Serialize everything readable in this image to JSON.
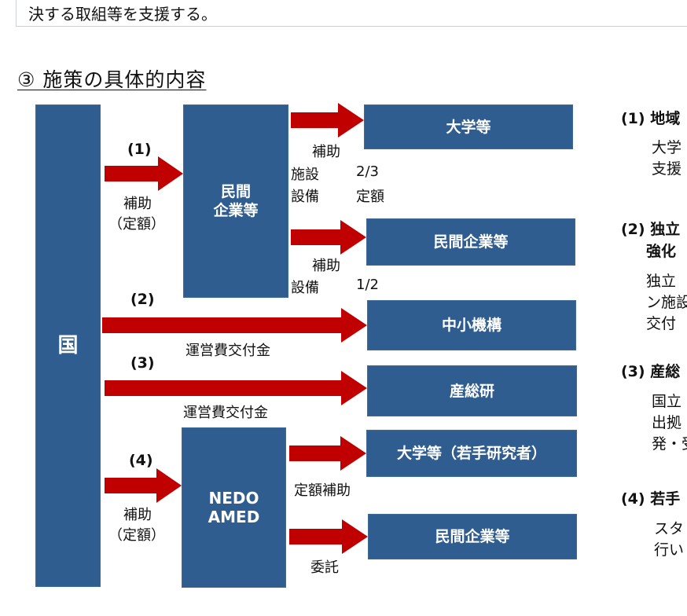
{
  "top_text": "決する取組等を支援する。",
  "section_title": "③ 施策の具体的内容",
  "boxes": {
    "kuni": "国",
    "minkan_line1": "民間",
    "minkan_line2": "企業等",
    "daigaku": "大学等",
    "minkan_kigyo_1": "民間企業等",
    "chusho": "中小機構",
    "sansoken": "産総研",
    "nedo_line1": "NEDO",
    "nedo_line2": "AMED",
    "wakate": "大学等（若手研究者）",
    "minkan_kigyo_2": "民間企業等"
  },
  "labels": {
    "n1": "(1)",
    "n2": "(2)",
    "n3": "(3)",
    "n4": "(4)",
    "hojo_teigaku_1a": "補助",
    "hojo_teigaku_1b": "（定額）",
    "hojo_top": "補助",
    "shisetsu": "施設",
    "shisetsu_rate": "2/3",
    "setsubi": "設備",
    "setsubi_rate": "定額",
    "hojo_mid": "補助",
    "setsubi2": "設備",
    "setsubi2_rate": "1/2",
    "uneihi_1": "運営費交付金",
    "uneihi_2": "運営費交付金",
    "teigaku_hojo": "定額補助",
    "hojo_teigaku_4a": "補助",
    "hojo_teigaku_4b": "（定額）",
    "itaku": "委託"
  },
  "right_panel": {
    "h1": "(1) 地域",
    "t1a": "大学",
    "t1b": "支援",
    "h2a": "(2) 独立",
    "h2b": "強化",
    "t2a": "独立",
    "t2b": "ン施設",
    "t2c": "交付",
    "h3": "(3) 産総",
    "t3a": "国立",
    "t3b": "出拠",
    "t3c": "発・受",
    "h4": "(4) 若手",
    "t4a": "スタ",
    "t4b": "行い"
  },
  "colors": {
    "box": "#2f5d8f",
    "arrow": "#c00000"
  }
}
